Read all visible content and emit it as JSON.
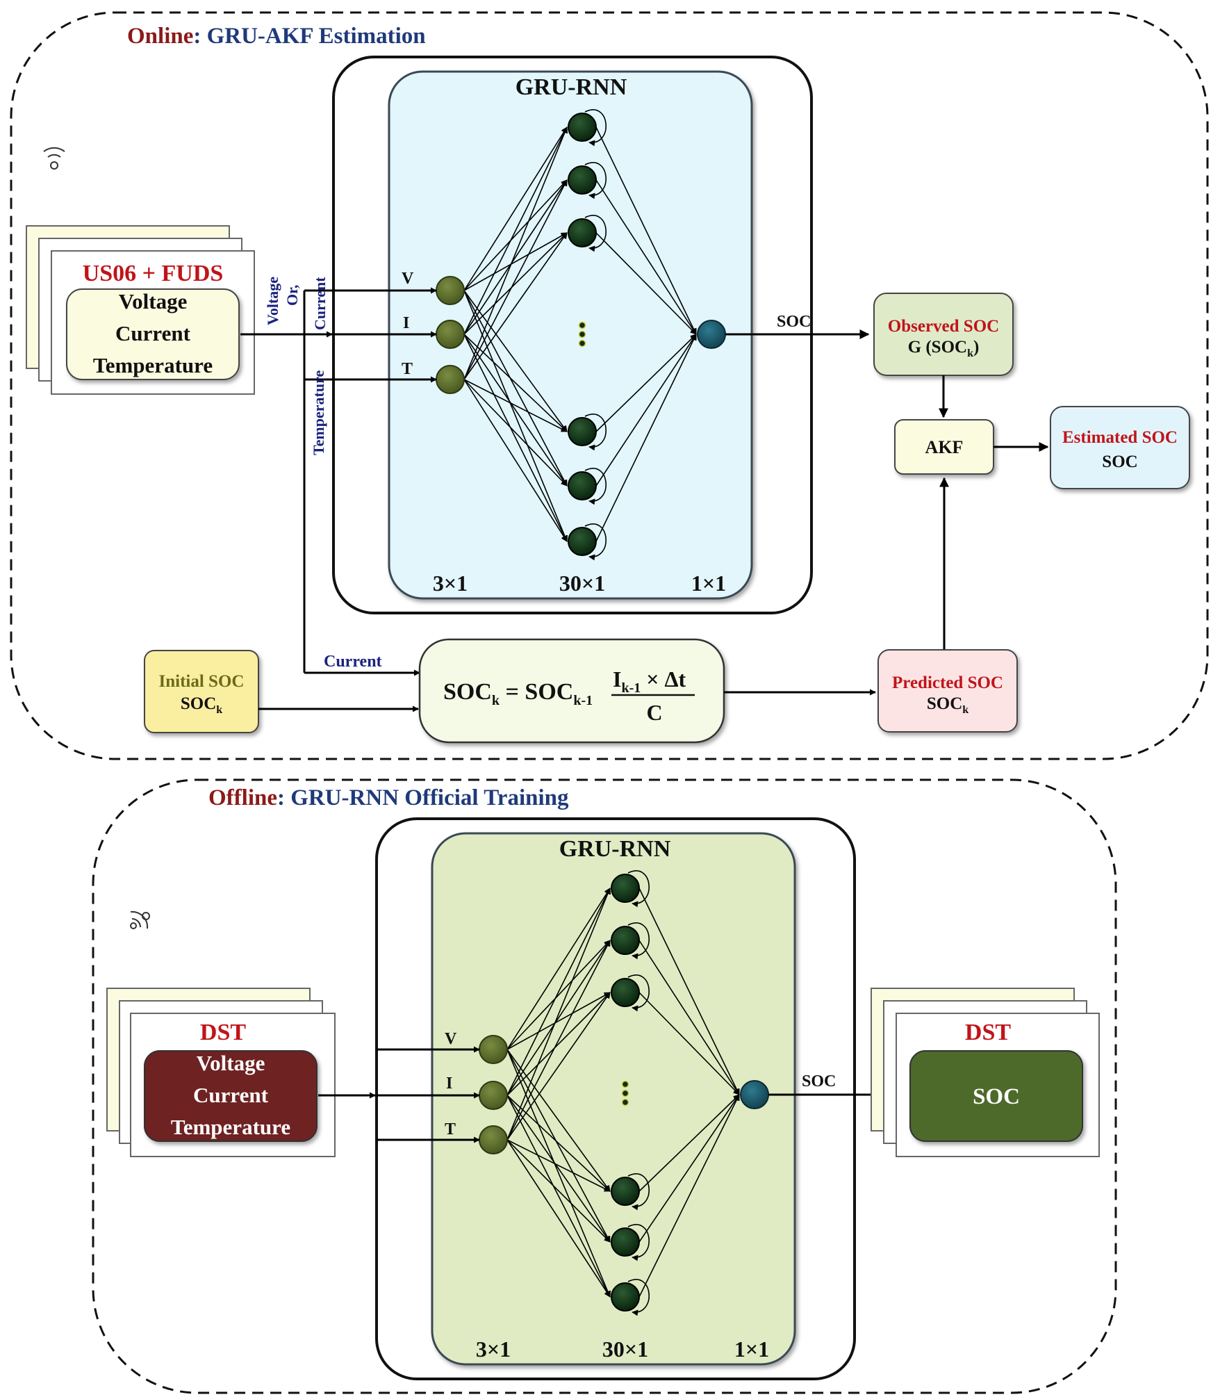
{
  "colors": {
    "title_keyword": "#8b1a1a",
    "title_main": "#1f3a7a",
    "red_text": "#c0141a",
    "navy_text": "#1a237e",
    "panel_top": "#e2f6fb",
    "panel_bottom": "#e0ebc4",
    "input_node": "#55652a",
    "hidden_node": "#0d2c12",
    "output_node": "#1c5568",
    "input_box_top": "#fbfbe0",
    "input_box_bottom": "#6e2420",
    "output_box_bottom": "#4e6a2a",
    "observed_box": "#dfeac8",
    "akf_box": "#fbfbe0",
    "estimated_box": "#e2f4fb",
    "predicted_box": "#fde4e4",
    "initial_box": "#faeea0",
    "equation_box": "#f4fae6"
  },
  "online": {
    "title_keyword": "Online",
    "title_rest": ": GRU-AKF Estimation",
    "icon": "wifi-antenna-icon",
    "panel_title": "GRU-RNN",
    "input_card": {
      "title": "US06 + FUDS",
      "lines": [
        "Voltage",
        "Current",
        "Temperature"
      ]
    },
    "vertical_labels": {
      "voltage": "Voltage",
      "or": "Or,",
      "current": "Current",
      "temperature": "Temperature"
    },
    "input_labels": [
      "V",
      "I",
      "T"
    ],
    "layer_sizes": [
      "3×1",
      "30×1",
      "1×1"
    ],
    "soc_label": "SOC",
    "current_label": "Current",
    "observed": {
      "title": "Observed SOC",
      "sub_main": "G (SOC",
      "sub_k": "k",
      "sub_end": ")"
    },
    "akf": {
      "label": "AKF"
    },
    "estimated": {
      "title": "Estimated SOC",
      "sub": "SOC"
    },
    "initial": {
      "title": "Initial SOC",
      "sub": "SOC",
      "sub_k": "k"
    },
    "predicted": {
      "title": "Predicted SOC",
      "sub": "SOC",
      "sub_k": "k"
    },
    "equation": {
      "lhs": "SOC",
      "lhs_sub": "k",
      "eq": " = SOC",
      "rhs_sub": "k-1",
      "num_i": "I",
      "num_sub": "k-1",
      "num_rest": " × Δt",
      "den": "C"
    }
  },
  "offline": {
    "title_keyword": "Offline",
    "title_rest": ": GRU-RNN Official Training",
    "icon": "wifi-antenna-icon",
    "panel_title": "GRU-RNN",
    "input_card": {
      "title": "DST",
      "lines": [
        "Voltage",
        "Current",
        "Temperature"
      ]
    },
    "input_labels": [
      "V",
      "I",
      "T"
    ],
    "layer_sizes": [
      "3×1",
      "30×1",
      "1×1"
    ],
    "soc_label": "SOC",
    "output_card": {
      "title": "DST",
      "label": "SOC"
    }
  }
}
